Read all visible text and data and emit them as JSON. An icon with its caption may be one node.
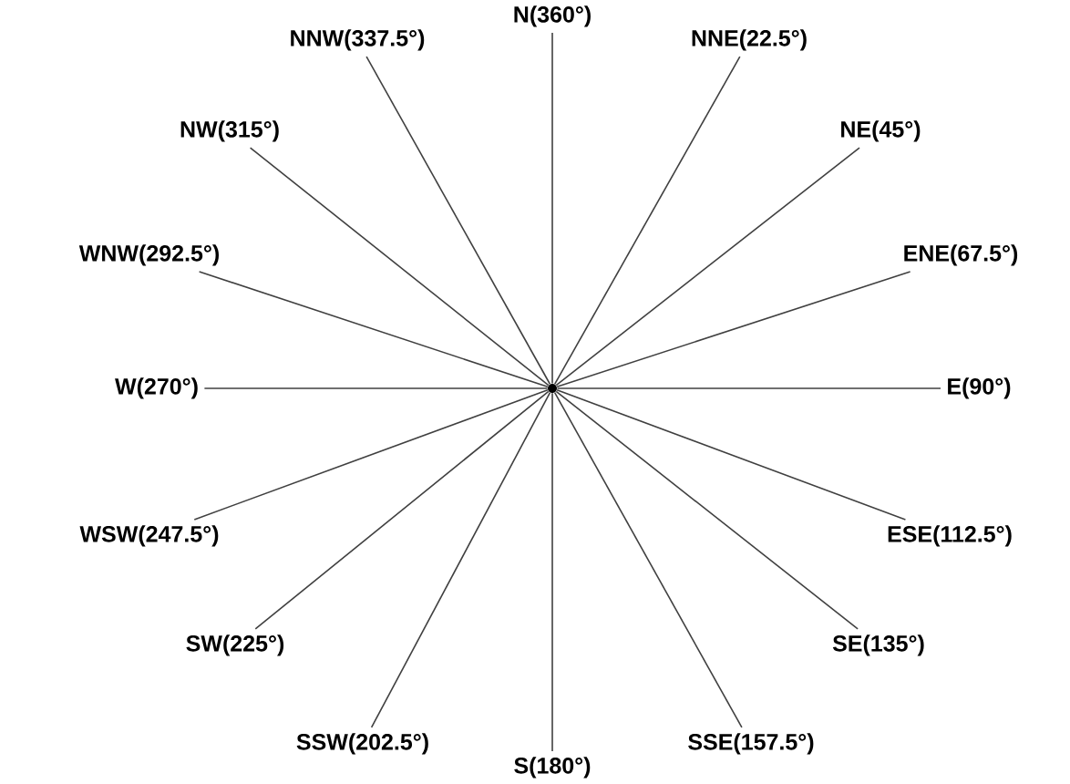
{
  "diagram": {
    "nodes": [
      {
        "text": [],
        "shape": "circle"
      },
      {
        "text": [
          "N(360°)"
        ]
      },
      {
        "text": [
          "NNE(22.5°)"
        ]
      },
      {
        "text": [
          "NE(45°)"
        ]
      },
      {
        "text": [
          "ENE(67.5°)"
        ]
      },
      {
        "text": [
          "E(90°)"
        ]
      },
      {
        "text": [
          "ESE(112.5°)"
        ]
      },
      {
        "text": [
          "SE(135°)"
        ]
      },
      {
        "text": [
          "SSE(157.5°)"
        ]
      },
      {
        "text": [
          "S(180°)"
        ]
      },
      {
        "text": [
          "SSW(202.5°)"
        ]
      },
      {
        "text": [
          "SW(225°)"
        ]
      },
      {
        "text": [
          "WSW(247.5°)"
        ]
      },
      {
        "text": [
          "W(270°)"
        ]
      },
      {
        "text": [
          "WNW(292.5°)"
        ]
      },
      {
        "text": [
          "NW(315°)"
        ]
      },
      {
        "text": [
          "NNW(337.5°)"
        ]
      }
    ],
    "edges": [
      {
        "from": 0,
        "to": 1,
        "arrow": "none"
      },
      {
        "from": 0,
        "to": 2,
        "arrow": "none"
      },
      {
        "from": 0,
        "to": 3,
        "arrow": "none"
      },
      {
        "from": 0,
        "to": 4,
        "arrow": "none"
      },
      {
        "from": 0,
        "to": 5,
        "arrow": "none"
      },
      {
        "from": 0,
        "to": 6,
        "arrow": "none"
      },
      {
        "from": 0,
        "to": 7,
        "arrow": "none"
      },
      {
        "from": 0,
        "to": 8,
        "arrow": "none"
      },
      {
        "from": 0,
        "to": 9,
        "arrow": "none"
      },
      {
        "from": 0,
        "to": 10,
        "arrow": "none"
      },
      {
        "from": 0,
        "to": 11,
        "arrow": "none"
      },
      {
        "from": 0,
        "to": 12,
        "arrow": "none"
      },
      {
        "from": 0,
        "to": 13,
        "arrow": "none"
      },
      {
        "from": 0,
        "to": 14,
        "arrow": "none"
      },
      {
        "from": 0,
        "to": 15,
        "arrow": "none"
      },
      {
        "from": 0,
        "to": 16,
        "arrow": "none"
      }
    ]
  }
}
